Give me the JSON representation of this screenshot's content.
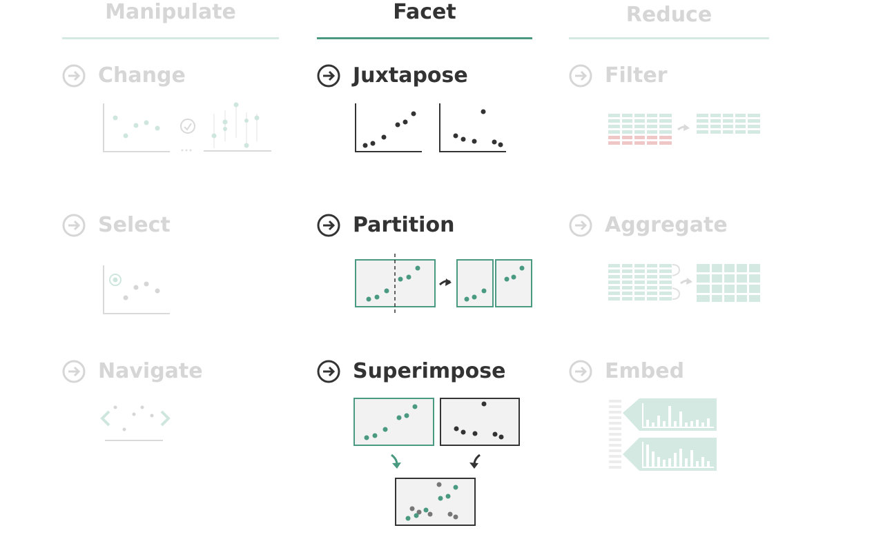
{
  "columns": [
    {
      "title": "Manipulate",
      "state": "inactive"
    },
    {
      "title": "Facet",
      "state": "active"
    },
    {
      "title": "Reduce",
      "state": "inactive"
    }
  ],
  "items": {
    "change": "Change",
    "select": "Select",
    "navigate": "Navigate",
    "juxtapose": "Juxtapose",
    "partition": "Partition",
    "superimpose": "Superimpose",
    "filter": "Filter",
    "aggregate": "Aggregate",
    "embed": "Embed"
  },
  "colors": {
    "accent": "#4a9a82",
    "active_text": "#333333",
    "inactive_text": "#d6d6d6",
    "inactive_accent": "#cfe6df",
    "filter_red": "#f0c7c7",
    "panel_fill": "#f2f2f2"
  }
}
